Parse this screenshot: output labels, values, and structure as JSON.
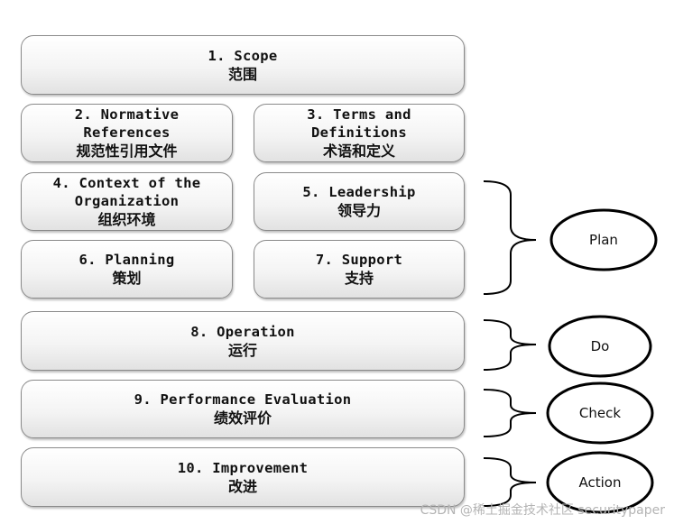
{
  "clauses": [
    {
      "en": "1. Scope",
      "zh": "范围"
    },
    {
      "en": "2. Normative\nReferences",
      "zh": "规范性引用文件"
    },
    {
      "en": "3. Terms and\nDefinitions",
      "zh": "术语和定义"
    },
    {
      "en": "4. Context of the\nOrganization",
      "zh": "组织环境"
    },
    {
      "en": "5. Leadership",
      "zh": "领导力"
    },
    {
      "en": "6. Planning",
      "zh": "策划"
    },
    {
      "en": "7. Support",
      "zh": "支持"
    },
    {
      "en": "8. Operation",
      "zh": "运行"
    },
    {
      "en": "9. Performance Evaluation",
      "zh": "绩效评价"
    },
    {
      "en": "10. Improvement",
      "zh": "改进"
    }
  ],
  "cycle": {
    "plan": "Plan",
    "do": "Do",
    "check": "Check",
    "action": "Action"
  },
  "watermark": "CSDN @稀土掘金技术社区 securitypaper"
}
